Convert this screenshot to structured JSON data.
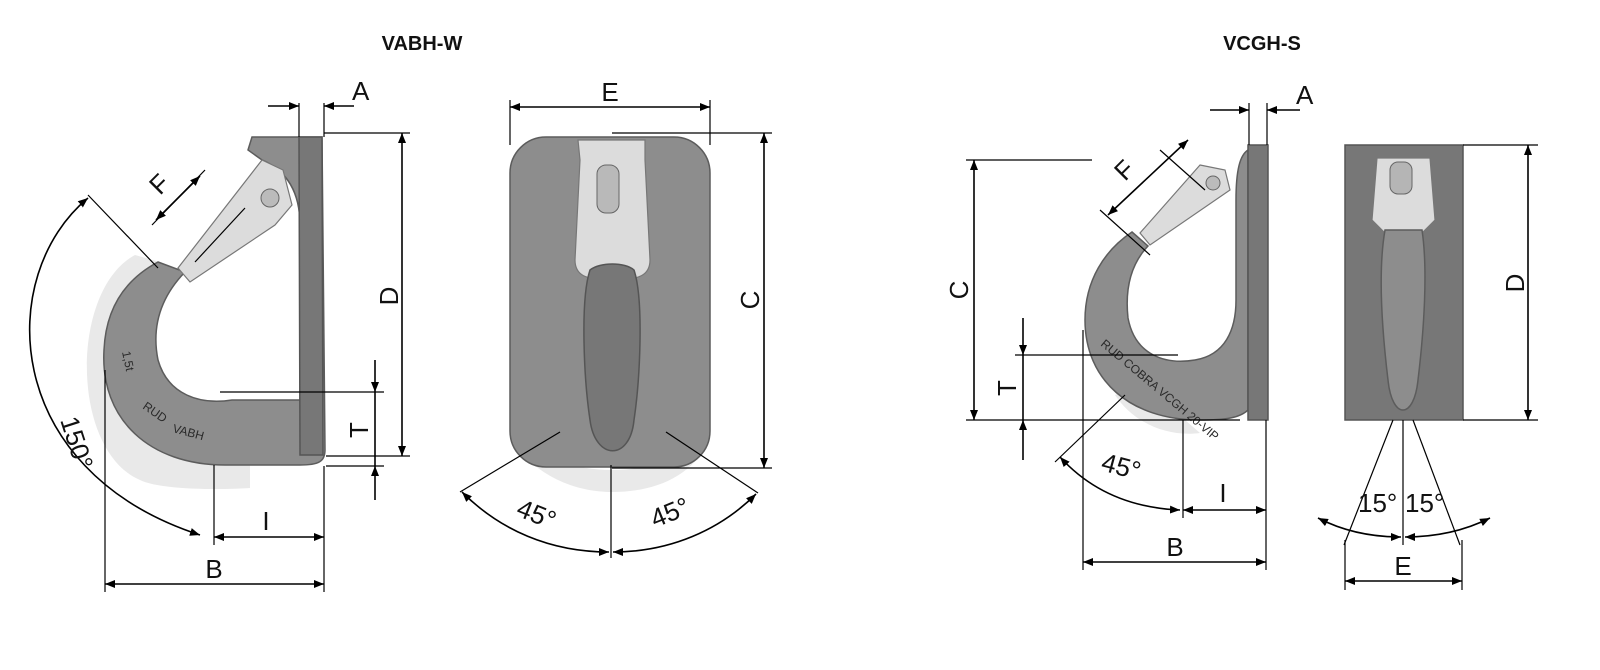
{
  "colors": {
    "metal": "#8d8d8d",
    "metal_dark": "#777777",
    "latch": "#dcdcdc",
    "shadow": "#e9e9e9",
    "line": "#000000"
  },
  "left": {
    "title": "VABH-W",
    "labels": {
      "A": "A",
      "D": "D",
      "E": "E",
      "C": "C",
      "F": "F",
      "T": "T",
      "I": "I",
      "B": "B"
    },
    "angles": {
      "main": "150°",
      "left": "45°",
      "right": "45°"
    },
    "engraving": {
      "load": "1,5t",
      "brand": "RUD",
      "model": "VABH"
    }
  },
  "right": {
    "title": "VCGH-S",
    "labels": {
      "A": "A",
      "C": "C",
      "D": "D",
      "F": "F",
      "T": "T",
      "I": "I",
      "B": "B",
      "E": "E"
    },
    "angles": {
      "main": "45°",
      "left": "15°",
      "right": "15°"
    },
    "engraving": {
      "text": "RUD COBRA VCGH 20-VIP"
    }
  }
}
